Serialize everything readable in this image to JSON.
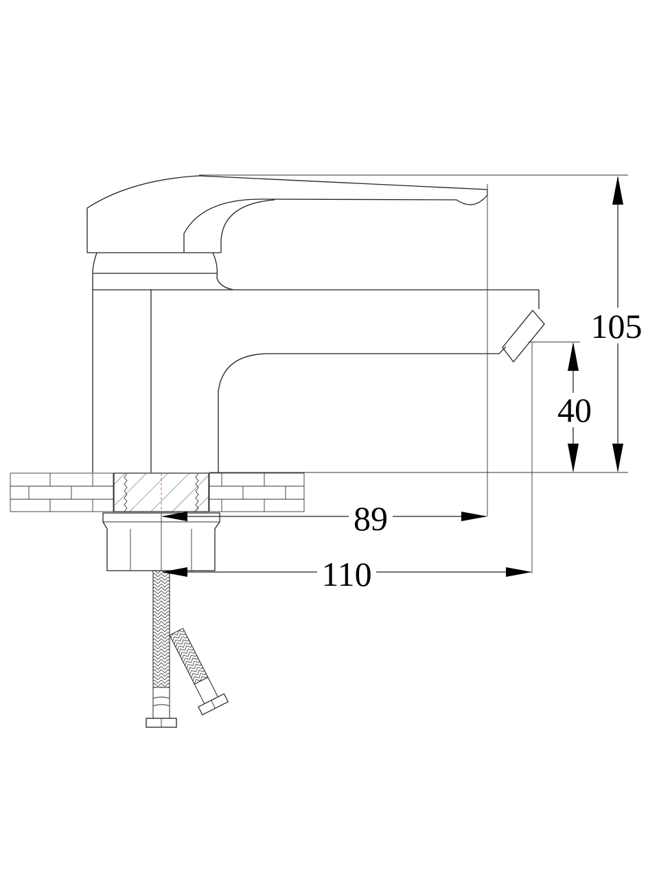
{
  "drawing": {
    "subject": "faucet-side-view",
    "dimensions": {
      "height_total": "105",
      "spout_height": "40",
      "spout_reach_inner": "89",
      "spout_reach_outer": "110"
    }
  }
}
